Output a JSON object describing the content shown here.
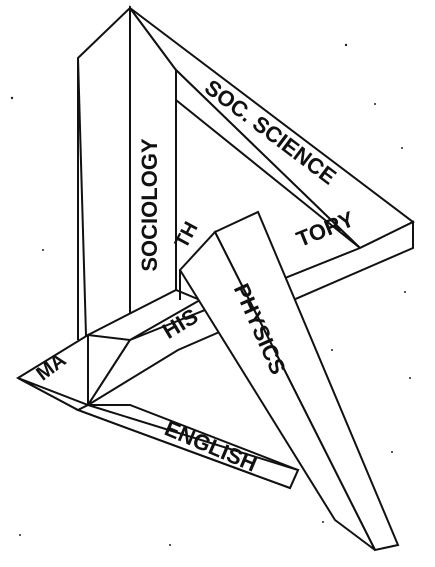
{
  "colors": {
    "background": "#ffffff",
    "face": "#ffffff",
    "ink": "#111111",
    "shade": "#8f8f8f"
  },
  "labels": {
    "sociology": "SOCIOLOGY",
    "soc_science": "SOC. SCIENCE",
    "history_left": "HIS",
    "history_right": "TORY",
    "math_left": "MA",
    "math_right": "TH",
    "physics": "PHYSICS",
    "english": "ENGLISH"
  }
}
